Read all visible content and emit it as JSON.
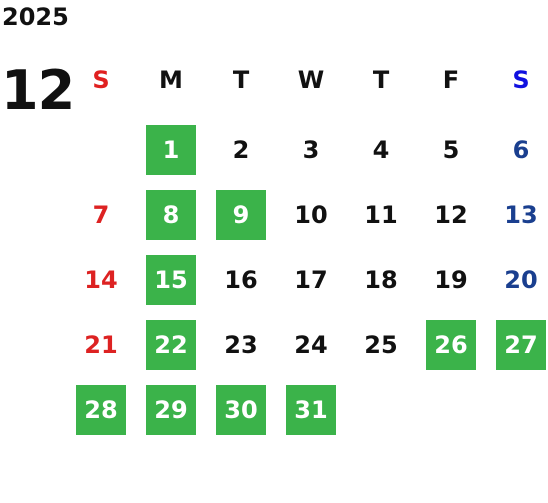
{
  "calendar": {
    "year": "2025",
    "month": "12",
    "weekdays": [
      {
        "label": "S",
        "color": "#e02020"
      },
      {
        "label": "M",
        "color": "#111111"
      },
      {
        "label": "T",
        "color": "#111111"
      },
      {
        "label": "W",
        "color": "#111111"
      },
      {
        "label": "T",
        "color": "#111111"
      },
      {
        "label": "F",
        "color": "#111111"
      },
      {
        "label": "S",
        "color": "#1010e0"
      }
    ],
    "colors": {
      "sunday": "#dd2222",
      "saturday": "#1a3f8f",
      "weekday": "#111111",
      "holiday_bg": "#3bb34a",
      "holiday_text": "#ffffff"
    },
    "days": [
      {
        "n": "1",
        "dow": 1,
        "week": 0,
        "holiday": true
      },
      {
        "n": "2",
        "dow": 2,
        "week": 0,
        "holiday": false
      },
      {
        "n": "3",
        "dow": 3,
        "week": 0,
        "holiday": false
      },
      {
        "n": "4",
        "dow": 4,
        "week": 0,
        "holiday": false
      },
      {
        "n": "5",
        "dow": 5,
        "week": 0,
        "holiday": false
      },
      {
        "n": "6",
        "dow": 6,
        "week": 0,
        "holiday": false
      },
      {
        "n": "7",
        "dow": 0,
        "week": 1,
        "holiday": false
      },
      {
        "n": "8",
        "dow": 1,
        "week": 1,
        "holiday": true
      },
      {
        "n": "9",
        "dow": 2,
        "week": 1,
        "holiday": true
      },
      {
        "n": "10",
        "dow": 3,
        "week": 1,
        "holiday": false
      },
      {
        "n": "11",
        "dow": 4,
        "week": 1,
        "holiday": false
      },
      {
        "n": "12",
        "dow": 5,
        "week": 1,
        "holiday": false
      },
      {
        "n": "13",
        "dow": 6,
        "week": 1,
        "holiday": false
      },
      {
        "n": "14",
        "dow": 0,
        "week": 2,
        "holiday": false
      },
      {
        "n": "15",
        "dow": 1,
        "week": 2,
        "holiday": true
      },
      {
        "n": "16",
        "dow": 2,
        "week": 2,
        "holiday": false
      },
      {
        "n": "17",
        "dow": 3,
        "week": 2,
        "holiday": false
      },
      {
        "n": "18",
        "dow": 4,
        "week": 2,
        "holiday": false
      },
      {
        "n": "19",
        "dow": 5,
        "week": 2,
        "holiday": false
      },
      {
        "n": "20",
        "dow": 6,
        "week": 2,
        "holiday": false
      },
      {
        "n": "21",
        "dow": 0,
        "week": 3,
        "holiday": false
      },
      {
        "n": "22",
        "dow": 1,
        "week": 3,
        "holiday": true
      },
      {
        "n": "23",
        "dow": 2,
        "week": 3,
        "holiday": false
      },
      {
        "n": "24",
        "dow": 3,
        "week": 3,
        "holiday": false
      },
      {
        "n": "25",
        "dow": 4,
        "week": 3,
        "holiday": false
      },
      {
        "n": "26",
        "dow": 5,
        "week": 3,
        "holiday": true
      },
      {
        "n": "27",
        "dow": 6,
        "week": 3,
        "holiday": true
      },
      {
        "n": "28",
        "dow": 0,
        "week": 4,
        "holiday": true
      },
      {
        "n": "29",
        "dow": 1,
        "week": 4,
        "holiday": true
      },
      {
        "n": "30",
        "dow": 2,
        "week": 4,
        "holiday": true
      },
      {
        "n": "31",
        "dow": 3,
        "week": 4,
        "holiday": true
      }
    ]
  }
}
